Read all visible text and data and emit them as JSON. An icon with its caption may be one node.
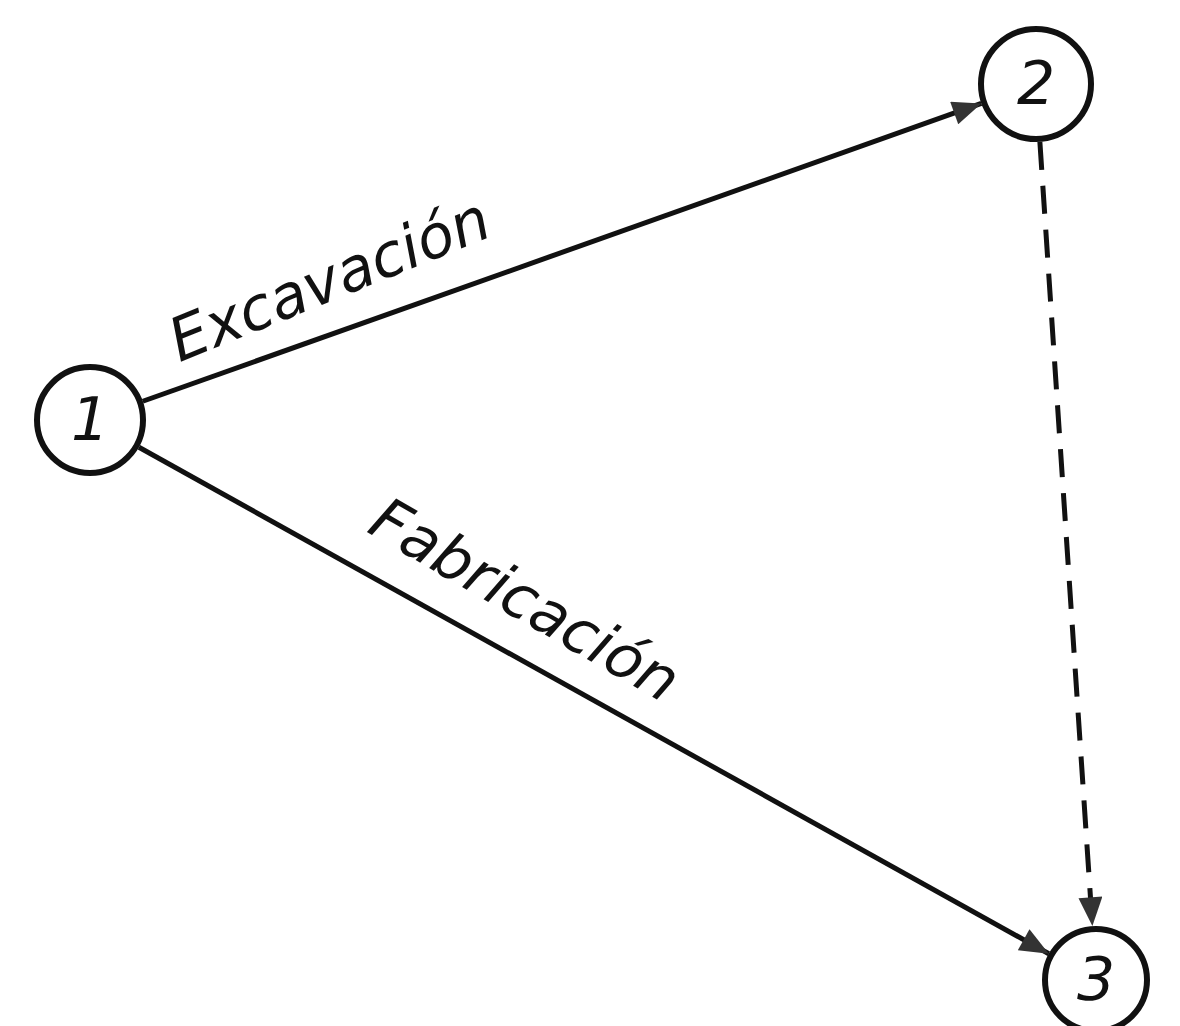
{
  "diagram": {
    "nodes": [
      {
        "text": [
          "1"
        ]
      },
      {
        "text": [
          "2"
        ]
      },
      {
        "text": [
          "3"
        ]
      }
    ],
    "edges": [
      {
        "from": 0,
        "to": 1,
        "arrow": "to",
        "label": "Excavación"
      },
      {
        "from": 0,
        "to": 2,
        "arrow": "to",
        "label": "Fabricación"
      },
      {
        "from": 1,
        "to": 2,
        "arrow": "to",
        "style": "dashed"
      }
    ]
  }
}
